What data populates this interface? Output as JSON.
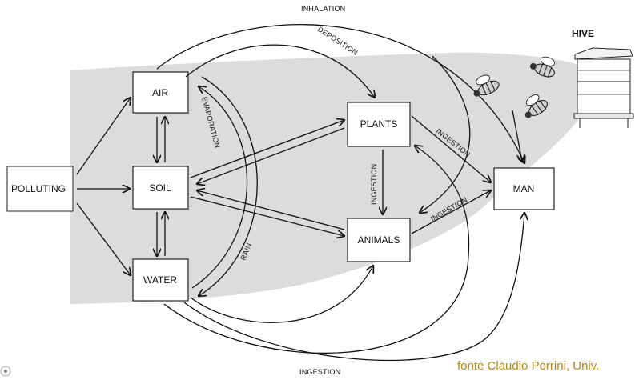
{
  "nodes": {
    "polluting": "POLLUTING",
    "air": "AIR",
    "soil": "SOIL",
    "water": "WATER",
    "plants": "PLANTS",
    "animals": "ANIMALS",
    "man": "MAN"
  },
  "labels": {
    "inhalation": "INHALATION",
    "deposition": "DEPOSITION",
    "evaporation": "EVAPORATION",
    "rain": "RAIN",
    "ingestion_plants_animals": "INGESTION",
    "ingestion_plants_man": "INGESTION",
    "ingestion_animals_man": "INGESTION",
    "ingestion_bottom": "INGESTION"
  },
  "hive": {
    "title": "HIVE"
  },
  "credit": "fonte Claudio Porrini, Univ.",
  "colors": {
    "shade": "#dcdcdc",
    "credit": "#b8860b",
    "line": "#111111"
  }
}
